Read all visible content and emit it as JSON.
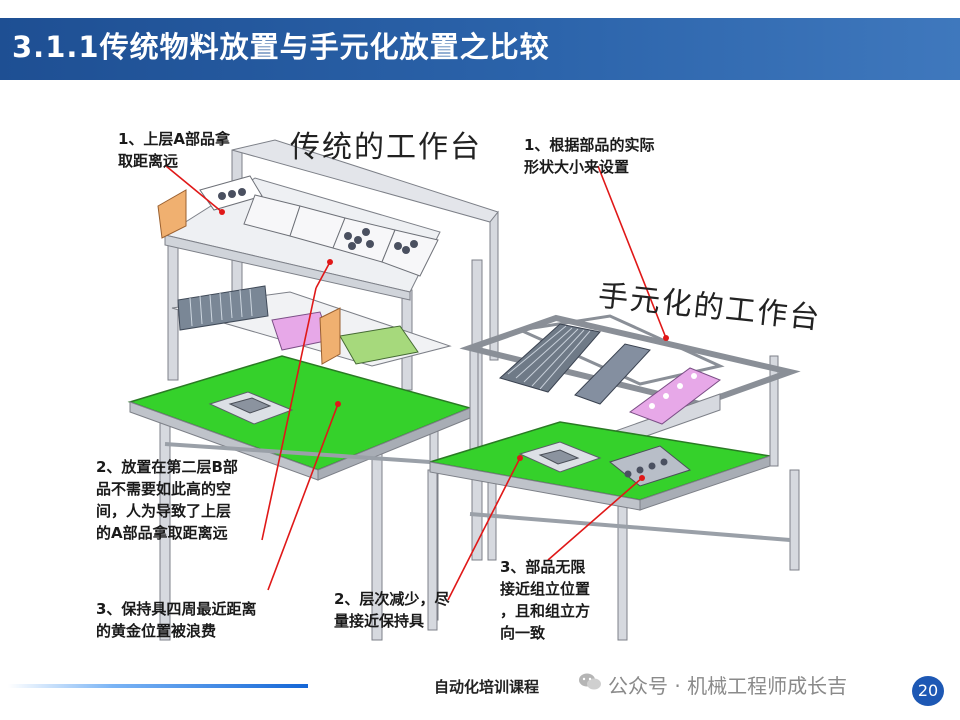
{
  "slide": {
    "title": "3.1.1传统物料放置与手元化放置之比较",
    "page_number": "20"
  },
  "handwritten": {
    "traditional_bench": "传统的工作台",
    "handelement_bench": "手元化的工作台"
  },
  "annotations": {
    "trad_1": [
      "1、上层A部品拿",
      "取距离远"
    ],
    "trad_2": [
      "2、放置在第二层B部",
      "品不需要如此高的空",
      "间，人为导致了上层",
      "的A部品拿取距离远"
    ],
    "trad_3": [
      "3、保持具四周最近距离",
      "的黄金位置被浪费"
    ],
    "hand_1": [
      "1、根据部品的实际",
      "形状大小来设置"
    ],
    "hand_2": [
      "2、层次减少，尽",
      "量接近保持具"
    ],
    "hand_3": [
      "3、部品无限",
      "接近组立位置",
      "，且和组立方",
      "向一致"
    ]
  },
  "footer": {
    "course": "自动化培训课程",
    "watermark": "公众号 · 机械工程师成长吉"
  },
  "colors": {
    "title_bar": "#2457a0",
    "table_top": "#35d12b",
    "frame": "#cfd3da",
    "pointer": "#e01818",
    "page_badge": "#1d58b4"
  }
}
